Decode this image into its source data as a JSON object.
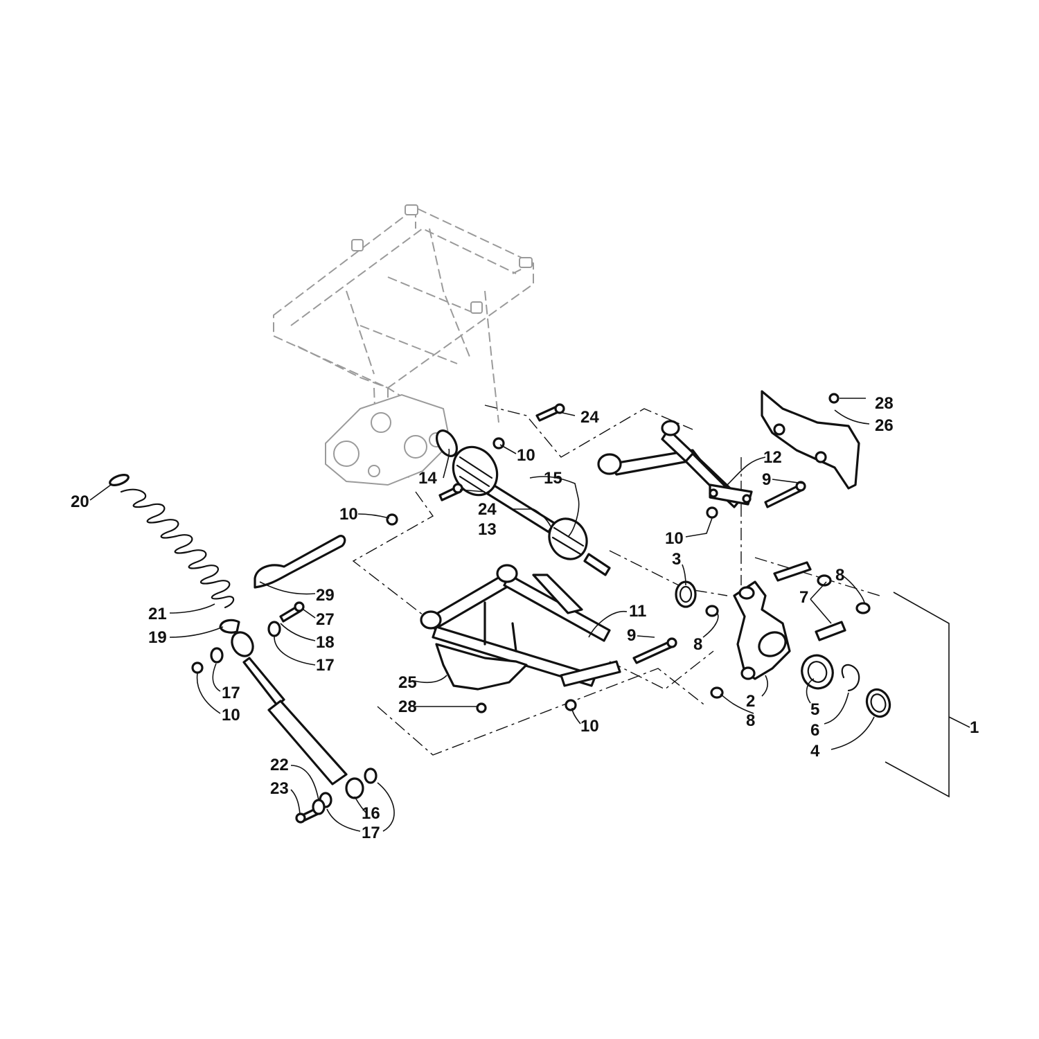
{
  "callouts": {
    "c1": "1",
    "c2": "2",
    "c3": "3",
    "c4": "4",
    "c5": "5",
    "c6": "6",
    "c7": "7",
    "c8a": "8",
    "c8b": "8",
    "c8c": "8",
    "c9a": "9",
    "c9b": "9",
    "c10a": "10",
    "c10b": "10",
    "c10c": "10",
    "c10d": "10",
    "c10e": "10",
    "c11": "11",
    "c12": "12",
    "c13": "13",
    "c14": "14",
    "c15": "15",
    "c16": "16",
    "c17a": "17",
    "c17b": "17",
    "c17c": "17",
    "c18": "18",
    "c19": "19",
    "c20": "20",
    "c21": "21",
    "c22": "22",
    "c23": "23",
    "c24a": "24",
    "c24b": "24",
    "c25": "25",
    "c26": "26",
    "c27": "27",
    "c28a": "28",
    "c28b": "28",
    "c29": "29"
  }
}
